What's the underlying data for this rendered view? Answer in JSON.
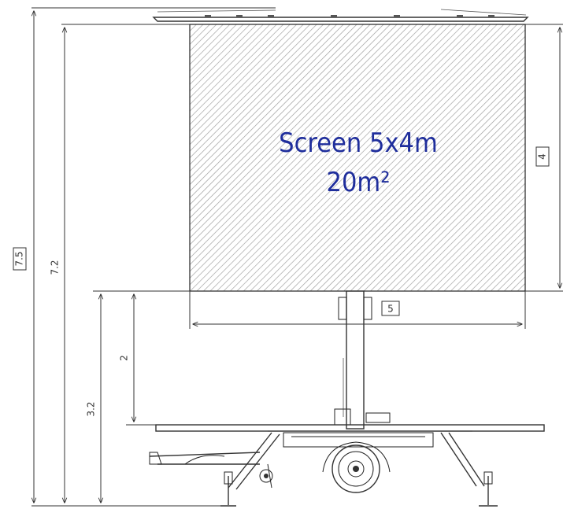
{
  "screen": {
    "title_line1": "Screen 5x4m",
    "title_line2": "20m²"
  },
  "dimensions": {
    "total_height": "7.5",
    "frame_height": "7.2",
    "base_height": "3.2",
    "clearance": "2",
    "screen_height": "4",
    "screen_width": "5"
  },
  "colors": {
    "text": "#1f2e9c",
    "lines": "#222222",
    "background": "#ffffff"
  }
}
